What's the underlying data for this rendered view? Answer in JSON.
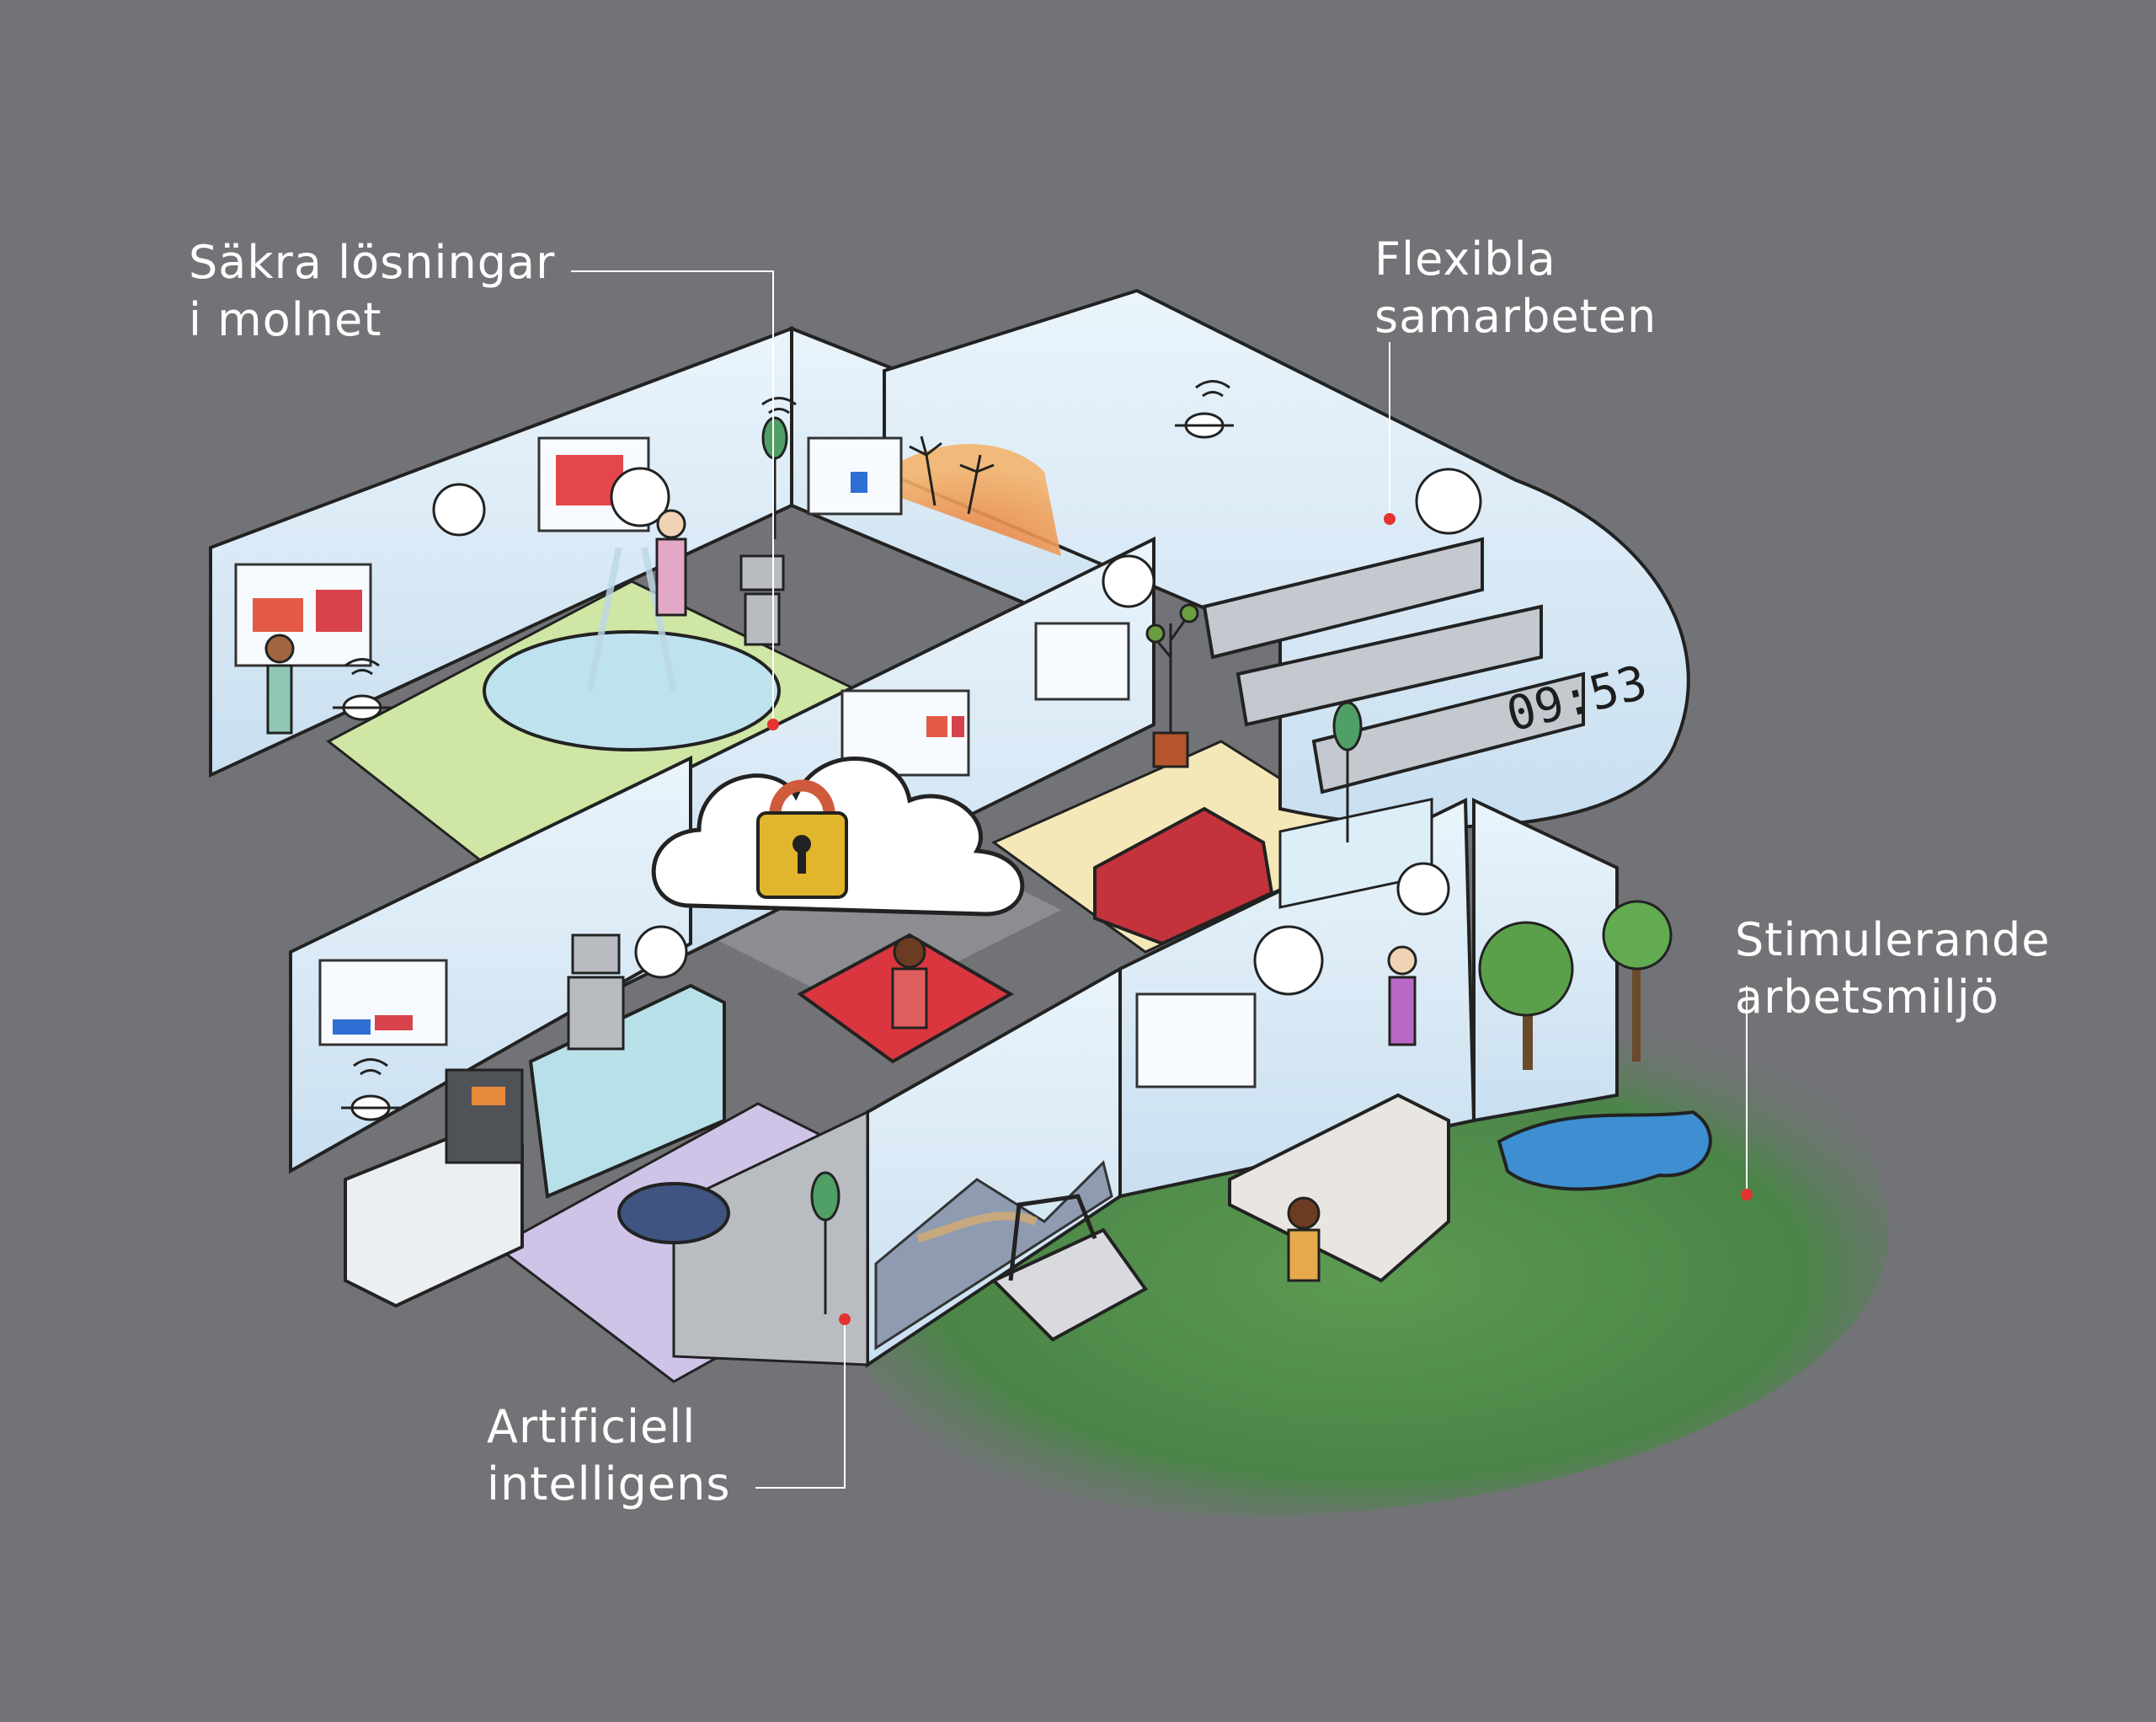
{
  "callouts": [
    {
      "id": "secure",
      "text": "Säkra lösningar\ni molnet"
    },
    {
      "id": "flex",
      "text": "Flexibla\nsamarbeten"
    },
    {
      "id": "stim",
      "text": "Stimulerande\narbetsmiljö"
    },
    {
      "id": "ai",
      "text": "Artificiell\nintelligens"
    }
  ],
  "clock": "09:53",
  "colors": {
    "background": "#727376",
    "accent_red": "#e3342f",
    "wall": "#dcebf7",
    "grass": "#4f8a4a",
    "lock": "#e1b52c"
  },
  "icons": [
    "cloud-lock-icon",
    "drone-icon",
    "robot-icon",
    "speech-bubble-icon",
    "wifi-icon",
    "clock-icon",
    "tree-icon",
    "palm-tree-icon"
  ]
}
